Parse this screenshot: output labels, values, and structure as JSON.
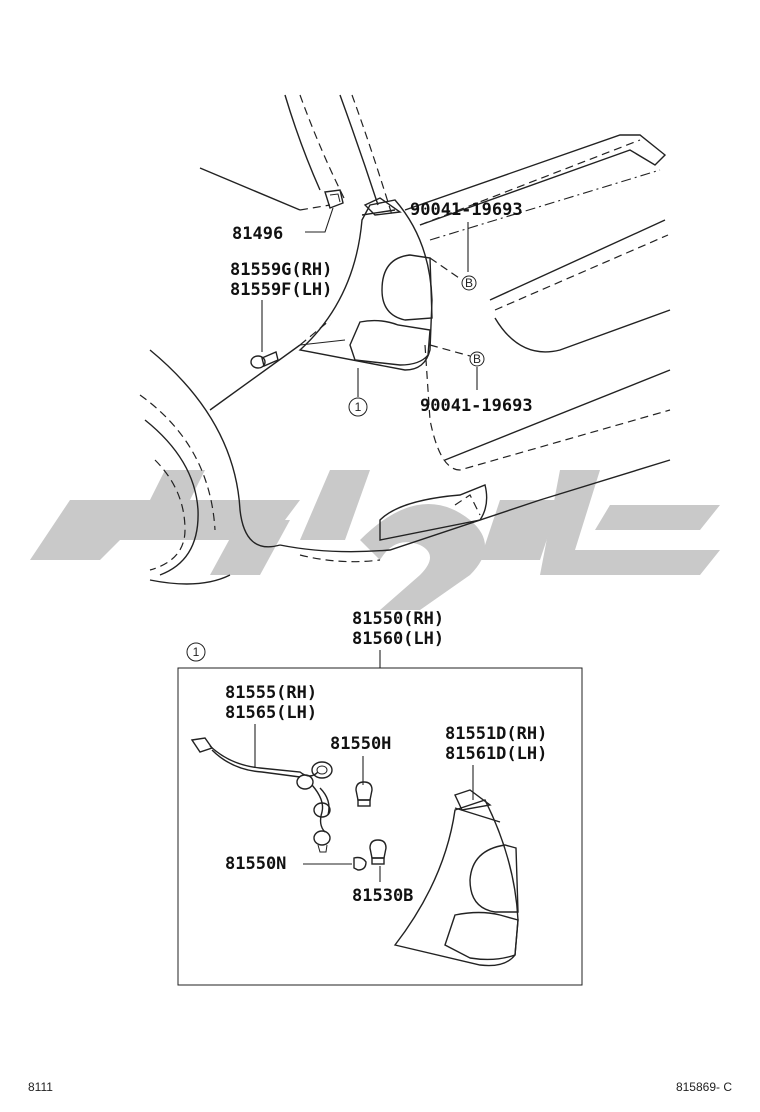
{
  "diagram": {
    "upper_labels": {
      "clip": "81496",
      "screw_rh": "81559G(RH)",
      "screw_lh": "81559F(LH)",
      "bolt_top": "90041-19693",
      "bolt_bottom": "90041-19693",
      "ref_b_top": "B",
      "ref_b_bottom": "B",
      "callout_1": "1"
    },
    "assembly": {
      "callout_1": "1",
      "lamp_rh": "81550(RH)",
      "lamp_lh": "81560(LH)",
      "socket_rh": "81555(RH)",
      "socket_lh": "81565(LH)",
      "bulb_h": "81550H",
      "lens_rh": "81551D(RH)",
      "lens_lh": "81561D(LH)",
      "bulb_n": "81550N",
      "bulb_b": "81530B"
    },
    "footer": {
      "left_code": "8111",
      "right_code": "815869- C"
    }
  }
}
